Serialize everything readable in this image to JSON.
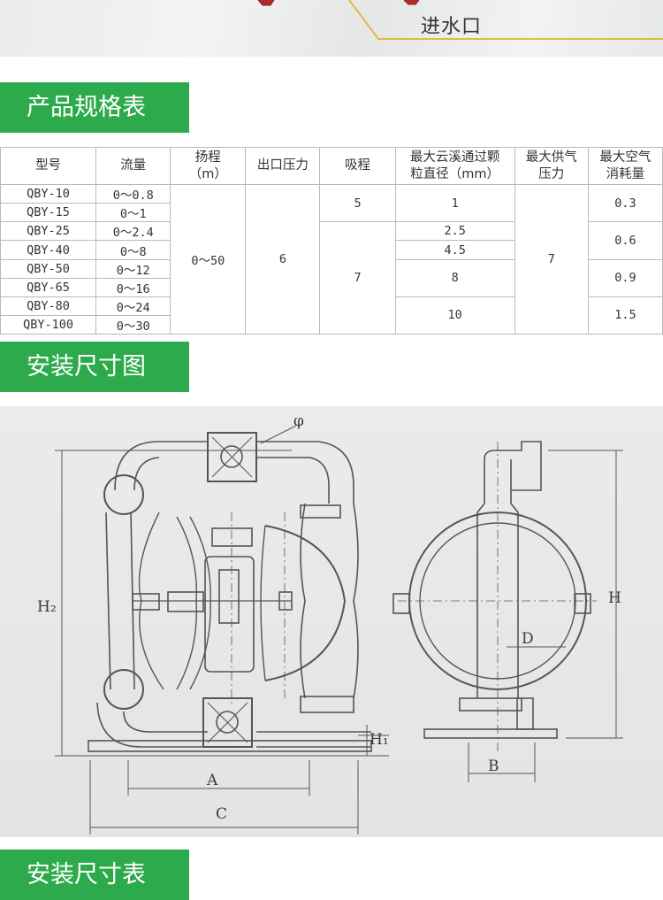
{
  "banner": {
    "inlet_label": "进水口"
  },
  "sections": {
    "spec_title": "产品规格表",
    "install_title": "安装尺寸图",
    "install_table_title": "安装尺寸表"
  },
  "spec_table": {
    "headers": [
      "型号",
      "流量",
      "扬程\n（m）",
      "出口压力",
      "吸程",
      "最大云溪通过颗\n粒直径（mm）",
      "最大供气\n压力",
      "最大空气\n消耗量"
    ],
    "models": [
      "QBY-10",
      "QBY-15",
      "QBY-25",
      "QBY-40",
      "QBY-50",
      "QBY-65",
      "QBY-80",
      "QBY-100"
    ],
    "flows": [
      "0～0.8",
      "0～1",
      "0～2.4",
      "0～8",
      "0～12",
      "0～16",
      "0～24",
      "0～30"
    ],
    "head": "0～50",
    "outlet_pressure": "6",
    "suction": [
      "5",
      "7"
    ],
    "particle": [
      "1",
      "2.5",
      "4.5",
      "8",
      "10"
    ],
    "max_supply_pressure": "7",
    "air_consumption": [
      "0.3",
      "0.6",
      "0.9",
      "1.5"
    ]
  },
  "drawing_labels": {
    "phi": "φ",
    "h2": "H₂",
    "h1": "H₁",
    "h": "H",
    "a": "A",
    "b": "B",
    "c": "C",
    "d": "D"
  }
}
